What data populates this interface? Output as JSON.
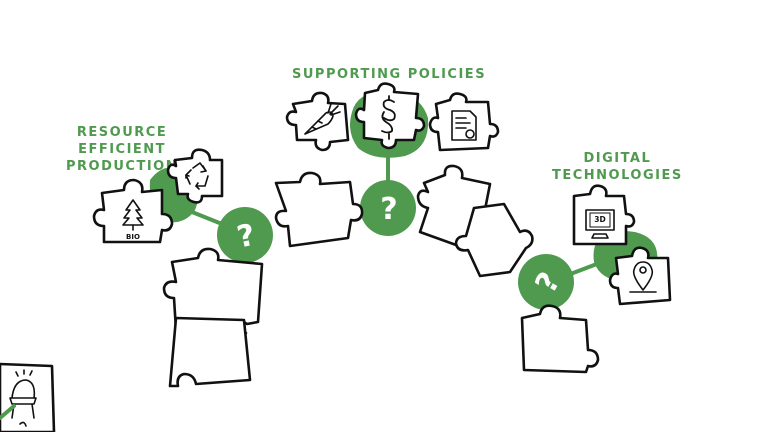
{
  "labels": {
    "resource": [
      "RESOURCE",
      "EFFICIENT",
      "PRODUCTION"
    ],
    "policies": "SUPPORTING POLICIES",
    "digital": [
      "DIGITAL",
      "TECHNOLOGIES"
    ]
  },
  "hubs": {
    "left": "?",
    "center": "?",
    "right": "?"
  },
  "icons": {
    "bio": "BIO",
    "three_d": "3D"
  },
  "colors": {
    "green": "#4f9a4f",
    "ink": "#111111",
    "background": "#ffffff"
  }
}
